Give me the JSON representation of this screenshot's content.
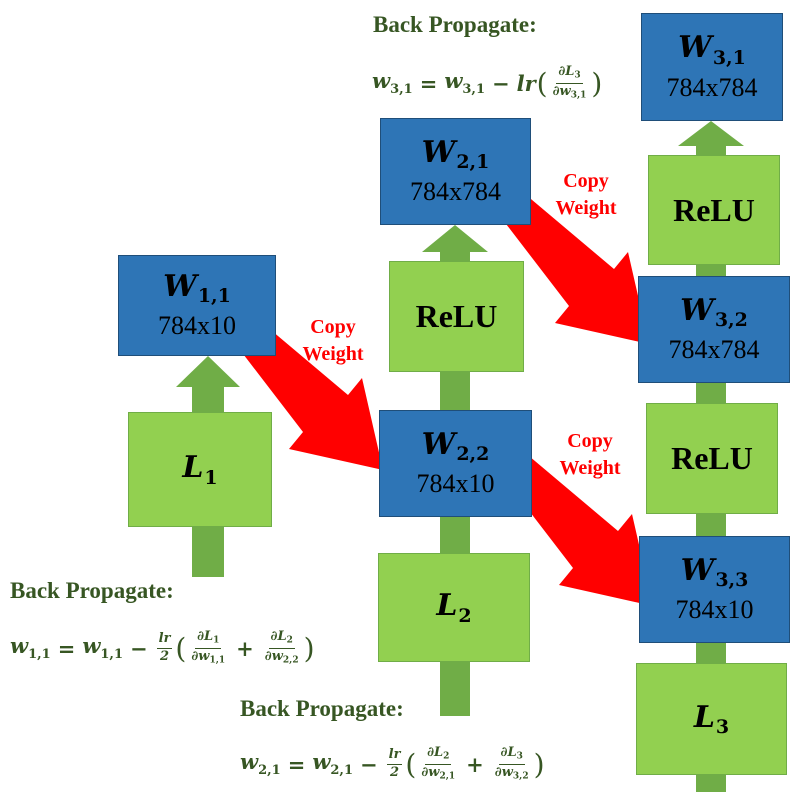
{
  "colors": {
    "weight_box": "#2e75b6",
    "layer_box": "#92d050",
    "flow_arrow": "#70ad47",
    "copy_arrow": "#ff0000",
    "copy_text": "#ff0000",
    "equation_text": "#375623"
  },
  "weights": {
    "w11": {
      "base": "W",
      "sub": "1,1",
      "size": "784x10"
    },
    "w21": {
      "base": "W",
      "sub": "2,1",
      "size": "784x784"
    },
    "w22": {
      "base": "W",
      "sub": "2,2",
      "size": "784x10"
    },
    "w31": {
      "base": "W",
      "sub": "3,1",
      "size": "784x784"
    },
    "w32": {
      "base": "W",
      "sub": "3,2",
      "size": "784x784"
    },
    "w33": {
      "base": "W",
      "sub": "3,3",
      "size": "784x10"
    }
  },
  "relu_label": "ReLU",
  "losses": {
    "l1": {
      "base": "L",
      "sub": "1"
    },
    "l2": {
      "base": "L",
      "sub": "2"
    },
    "l3": {
      "base": "L",
      "sub": "3"
    }
  },
  "copy_labels": {
    "line1": "Copy",
    "line2": "Weight"
  },
  "back_propagate_label": "Back Propagate:",
  "equations": {
    "w31": {
      "lhs": "w",
      "lhs_sub": "3,1",
      "eq": "=",
      "rhs": "w",
      "rhs_sub": "3,1",
      "minus": "−",
      "lr": "lr",
      "t1_num": "∂L",
      "t1_num_sub": "3",
      "t1_den": "∂w",
      "t1_den_sub": "3,1"
    },
    "w11": {
      "lhs": "w",
      "lhs_sub": "1,1",
      "eq": "=",
      "rhs": "w",
      "rhs_sub": "1,1",
      "minus": "−",
      "coef_num": "lr",
      "coef_den": "2",
      "plus": "+",
      "t1_num": "∂L",
      "t1_num_sub": "1",
      "t1_den": "∂w",
      "t1_den_sub": "1,1",
      "t2_num": "∂L",
      "t2_num_sub": "2",
      "t2_den": "∂w",
      "t2_den_sub": "2,2"
    },
    "w21": {
      "lhs": "w",
      "lhs_sub": "2,1",
      "eq": "=",
      "rhs": "w",
      "rhs_sub": "2,1",
      "minus": "−",
      "coef_num": "lr",
      "coef_den": "2",
      "plus": "+",
      "t1_num": "∂L",
      "t1_num_sub": "2",
      "t1_den": "∂w",
      "t1_den_sub": "2,1",
      "t2_num": "∂L",
      "t2_num_sub": "3",
      "t2_den": "∂w",
      "t2_den_sub": "3,2"
    }
  },
  "paren_open": "(",
  "paren_close": ")"
}
